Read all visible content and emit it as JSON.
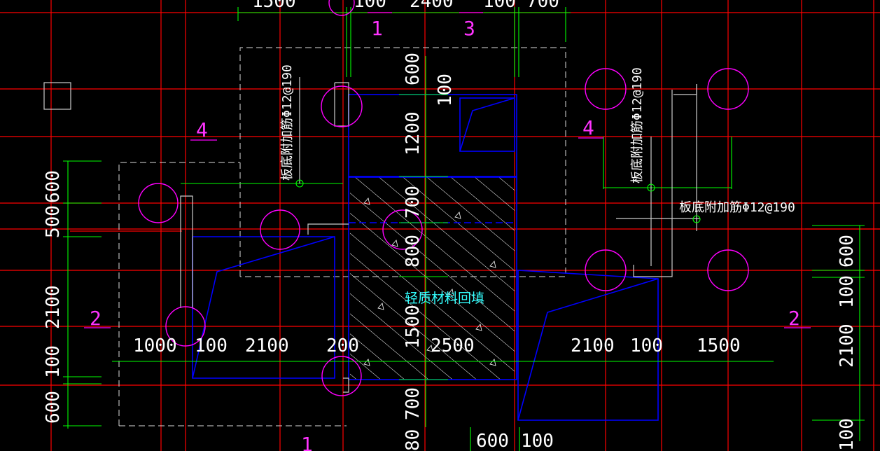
{
  "colors": {
    "background": "#000000",
    "axis": "#ff0000",
    "dimension": "#00ff00",
    "outline": "#0000ff",
    "column": "#ff00ff",
    "rebar": "#ffffff",
    "fill_label": "#33ffff",
    "hatch": "#ffffff"
  },
  "dimensions": {
    "top": [
      "1500",
      "100",
      "2400",
      "100",
      "700"
    ],
    "left": [
      "600",
      "500",
      "2100",
      "100",
      "600"
    ],
    "middle_row": [
      "1000",
      "100",
      "2100",
      "200",
      "2500",
      "2100",
      "100",
      "1500"
    ],
    "center_column": [
      "600",
      "100",
      "1200",
      "700",
      "800",
      "1500",
      "700",
      "80"
    ],
    "right": [
      "600",
      "100",
      "2100",
      "100"
    ],
    "bottom": [
      "600",
      "100"
    ]
  },
  "grid_labels": [
    "1",
    "3",
    "4",
    "4",
    "2",
    "2",
    "1"
  ],
  "annotations": {
    "rebar_left": "板底附加筋Φ12@190",
    "rebar_right_vertical": "板底附加筋Φ12@190",
    "rebar_right_horizontal": "板底附加筋Φ12@190",
    "fill_label": "轻质材料回填"
  },
  "icons": {
    "column": "circle-column-icon",
    "rebar_anchor": "small-circle-icon"
  }
}
